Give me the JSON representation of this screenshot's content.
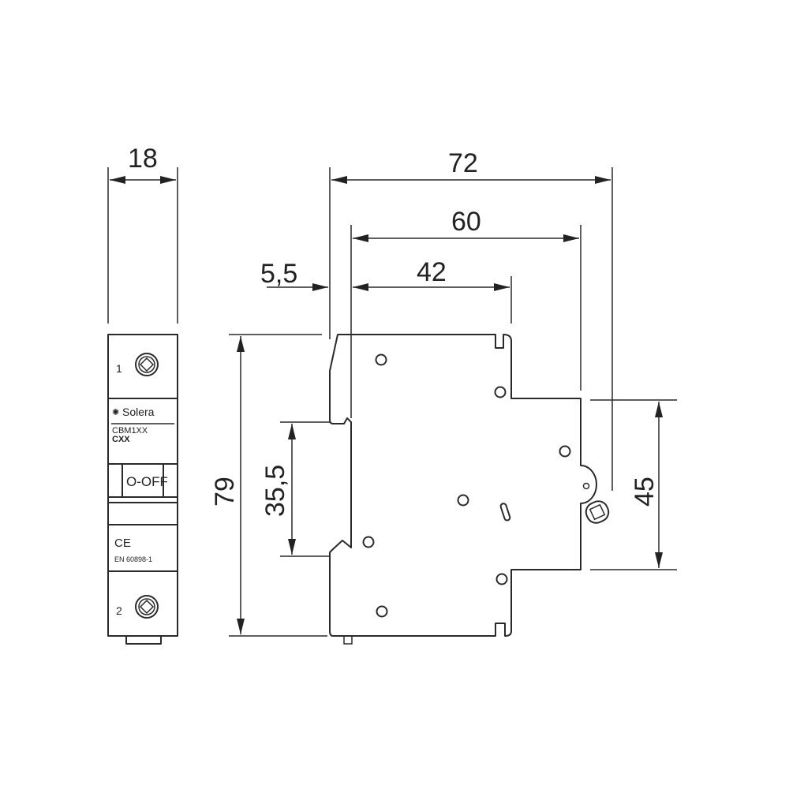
{
  "dimensions": {
    "width_front": "18",
    "overall_depth": "72",
    "depth_60": "60",
    "depth_42": "42",
    "offset": "5,5",
    "height": "79",
    "rail": "35,5",
    "face_height": "45"
  },
  "front_label": {
    "terminal_top": "1",
    "terminal_bottom": "2",
    "brand": "Solera",
    "model": "CBM1XX",
    "curve": "CXX",
    "switch_text": "O-OFF",
    "mark": "CE",
    "standard": "EN 60898-1"
  }
}
